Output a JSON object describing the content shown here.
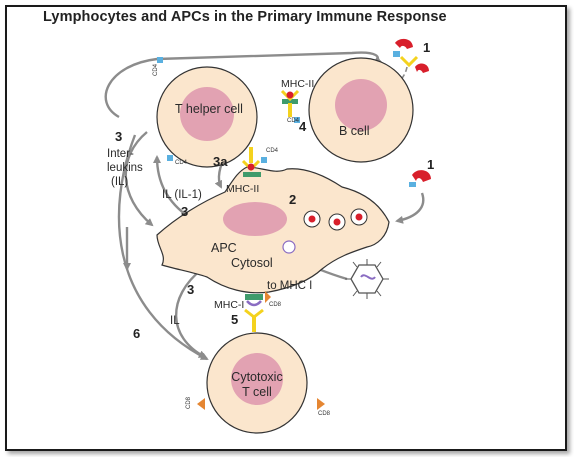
{
  "title": "Lymphocytes and APCs in the Primary Immune Response",
  "cells": {
    "t_helper": "T helper cell",
    "b_cell": "B cell",
    "apc": "APC",
    "cytosol": "Cytosol",
    "cytotoxic_line1": "Cytotoxic",
    "cytotoxic_line2": "T cell"
  },
  "labels": {
    "mhc2_top": "MHC-II",
    "mhc2_apc": "MHC-II",
    "mhc1": "MHC-I",
    "cd4_a": "CD4",
    "cd4_b": "CD4",
    "cd4_c": "CD4",
    "cd4_d": "CD4",
    "cd8_a": "CD8",
    "cd8_b": "CD8",
    "cd8_c": "CD8",
    "interleukins_1": "Inter-",
    "interleukins_2": "leukins",
    "interleukins_3": "(IL)",
    "il1": "IL (IL-1)",
    "il": "IL",
    "to_mhc1": "to MHC I"
  },
  "steps": {
    "s1_top": "1",
    "s1_mid": "1",
    "s2": "2",
    "s3_left": "3",
    "s3a": "3a",
    "s3_apc": "3",
    "s3_low": "3",
    "s4": "4",
    "s5": "5",
    "s6": "6"
  },
  "colors": {
    "cell_fill": "#fbe6cd",
    "cell_stroke": "#333333",
    "nucleus": "#e2a2b2",
    "arrow": "#8c8c8c",
    "receptor_yellow": "#f4d21e",
    "mhc_green": "#3f9b6b",
    "antigen_red": "#d81f2b",
    "cd4_blue": "#5ab0e0",
    "cd8_orange": "#e58632",
    "virus_purple": "#8a6cc2"
  }
}
